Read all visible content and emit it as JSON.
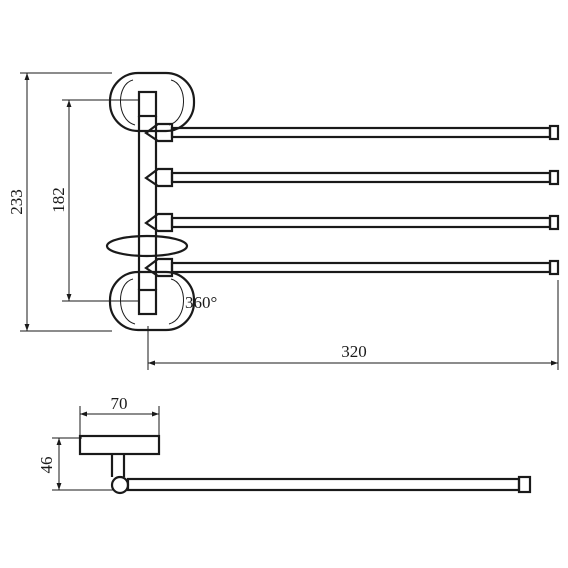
{
  "drawing": {
    "front_view": {
      "overall_height": "233",
      "mount_spacing": "182",
      "arm_length": "320",
      "rotation_label": "360°",
      "arm_count": 4
    },
    "side_view": {
      "base_width": "70",
      "height": "46"
    },
    "colors": {
      "stroke": "#1a1a1a",
      "background": "#ffffff"
    }
  }
}
